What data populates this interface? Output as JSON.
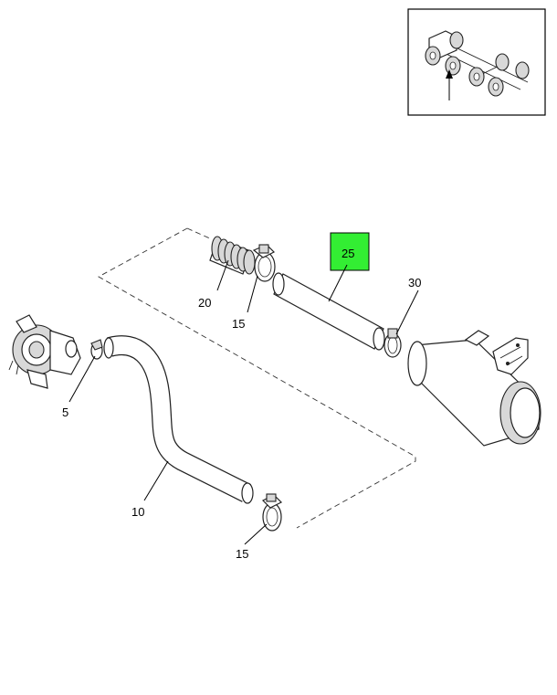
{
  "callouts": {
    "c5": "5",
    "c10": "10",
    "c15a": "15",
    "c15b": "15",
    "c20": "20",
    "c25": "25",
    "c30": "30"
  },
  "highlight": {
    "callout": "25",
    "color": "#33ee33"
  },
  "icons": {
    "locator": "chassis-locator-icon",
    "turbo": "turbocharger-icon",
    "muffler": "muffler-icon"
  }
}
